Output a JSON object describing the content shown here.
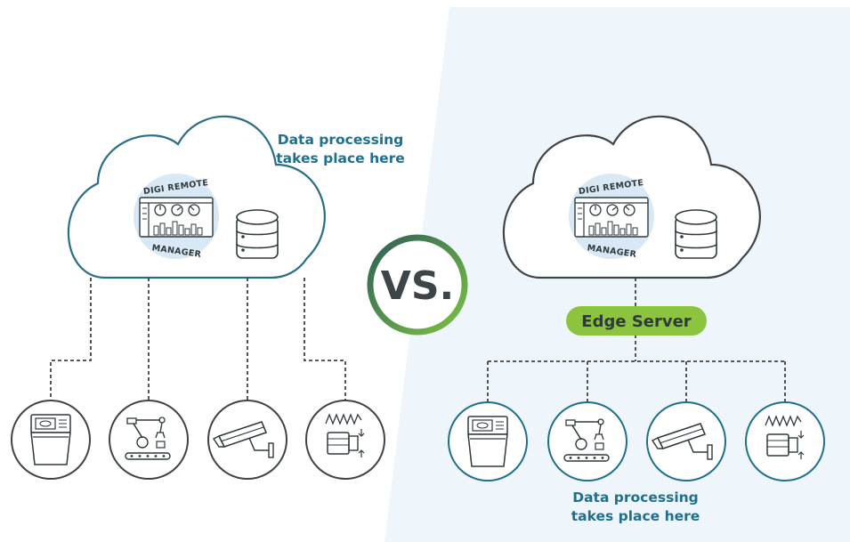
{
  "left_panel": {
    "caption_line1": "Data processing",
    "caption_line2": "takes place here",
    "cloud": {
      "badge_top": "DIGI REMOTE",
      "badge_bottom": "MANAGER"
    }
  },
  "vs_label": "VS.",
  "right_panel": {
    "caption_line1": "Data processing",
    "caption_line2": "takes place here",
    "edge_server_label": "Edge Server",
    "cloud": {
      "badge_top": "DIGI REMOTE",
      "badge_bottom": "MANAGER"
    }
  },
  "devices": [
    {
      "icon": "kiosk-icon"
    },
    {
      "icon": "robot-arm-icon"
    },
    {
      "icon": "security-camera-icon"
    },
    {
      "icon": "vibration-sensor-icon"
    }
  ],
  "colors": {
    "cloud_left_stroke": "#2a6d85",
    "cloud_right_stroke": "#3e4548",
    "device_circle_left": "#3e4548",
    "device_circle_right": "#1f6f8f",
    "badge_fill": "#d8e8f4",
    "edge_server_fill": "#8cc43f",
    "vs_gradient_start": "#2f5f58",
    "vs_gradient_end": "#7cc243",
    "caption": "#1f6f8f",
    "right_background": "#eef6fb"
  }
}
